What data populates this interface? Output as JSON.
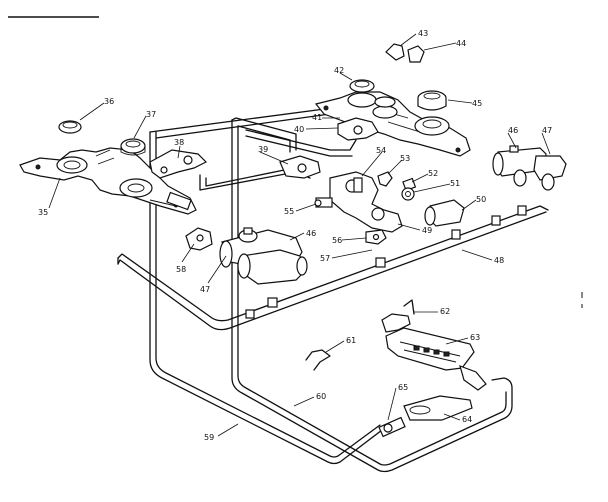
{
  "callouts": [
    {
      "label": "35"
    },
    {
      "label": "36"
    },
    {
      "label": "37"
    },
    {
      "label": "38"
    },
    {
      "label": "39"
    },
    {
      "label": "40"
    },
    {
      "label": "41"
    },
    {
      "label": "42"
    },
    {
      "label": "43"
    },
    {
      "label": "44"
    },
    {
      "label": "45"
    },
    {
      "label": "46"
    },
    {
      "label": "47"
    },
    {
      "label": "54"
    },
    {
      "label": "53"
    },
    {
      "label": "52"
    },
    {
      "label": "51"
    },
    {
      "label": "50"
    },
    {
      "label": "49"
    },
    {
      "label": "55"
    },
    {
      "label": "46"
    },
    {
      "label": "56"
    },
    {
      "label": "57"
    },
    {
      "label": "58"
    },
    {
      "label": "47"
    },
    {
      "label": "48"
    },
    {
      "label": "62"
    },
    {
      "label": "63"
    },
    {
      "label": "61"
    },
    {
      "label": "60"
    },
    {
      "label": "65"
    },
    {
      "label": "64"
    },
    {
      "label": "59"
    }
  ]
}
